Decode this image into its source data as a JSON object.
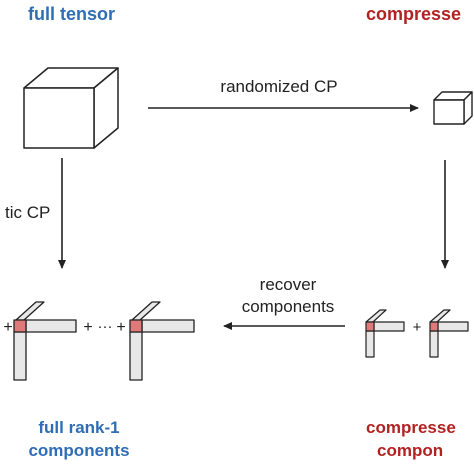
{
  "labels": {
    "full_tensor": "full tensor",
    "compressed_tensor": "compresse",
    "randomized_cp": "randomized CP",
    "classic_cp": "tic CP",
    "recover_line1": "recover",
    "recover_line2": "components",
    "full_rank1_line1": "full rank-1",
    "full_rank1_line2": "components",
    "compressed_components_line1": "compresse",
    "compressed_components_line2": "compon"
  },
  "symbols": {
    "plus": "+",
    "dots": "···"
  },
  "colors": {
    "blue_label": "#2f6db5",
    "red_label": "#b22222",
    "highlight": "#e07a7a",
    "bar_fill": "#e8e8e8",
    "stroke": "#222222"
  }
}
